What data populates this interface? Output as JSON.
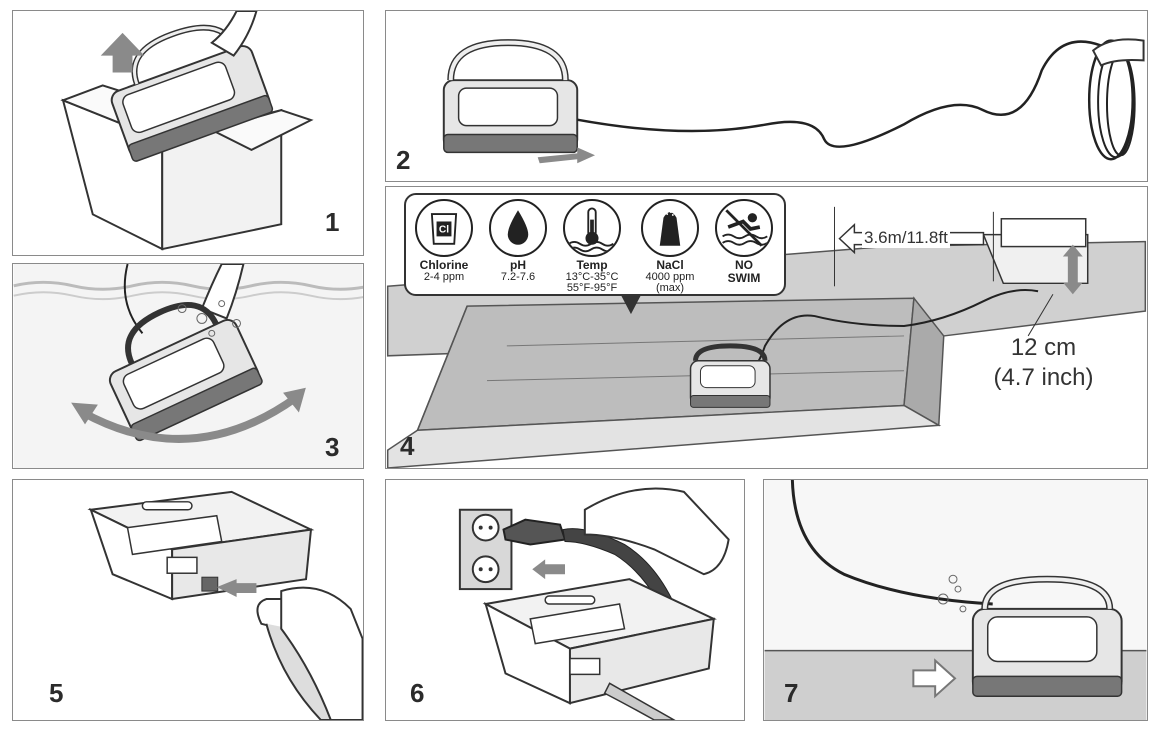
{
  "steps": {
    "s1": "1",
    "s2": "2",
    "s3": "3",
    "s4": "4",
    "s5": "5",
    "s6": "6",
    "s7": "7"
  },
  "conditions": [
    {
      "icon": "chlorine-icon",
      "name": "Chlorine",
      "value": "2-4 ppm",
      "value2": ""
    },
    {
      "icon": "ph-drop-icon",
      "name": "pH",
      "value": "7.2-7.6",
      "value2": ""
    },
    {
      "icon": "thermometer-icon",
      "name": "Temp",
      "value": "13°C-35°C",
      "value2": "55°F-95°F"
    },
    {
      "icon": "salt-shaker-icon",
      "name": "NaCl",
      "value": "4000 ppm",
      "value2": "(max)"
    },
    {
      "icon": "no-swim-icon",
      "name": "NO",
      "value": "SWIM",
      "value2": ""
    }
  ],
  "chlorine_symbol": "Cl",
  "distance_label": "3.6m/11.8ft",
  "depth": {
    "line1": "12 cm",
    "line2": "(4.7 inch)"
  },
  "colors": {
    "border": "#8a8a8a",
    "water": "#cfcfcf",
    "pool": "#c8c8c8",
    "arrow": "#7a7a7a",
    "ink": "#2b2b2b"
  }
}
